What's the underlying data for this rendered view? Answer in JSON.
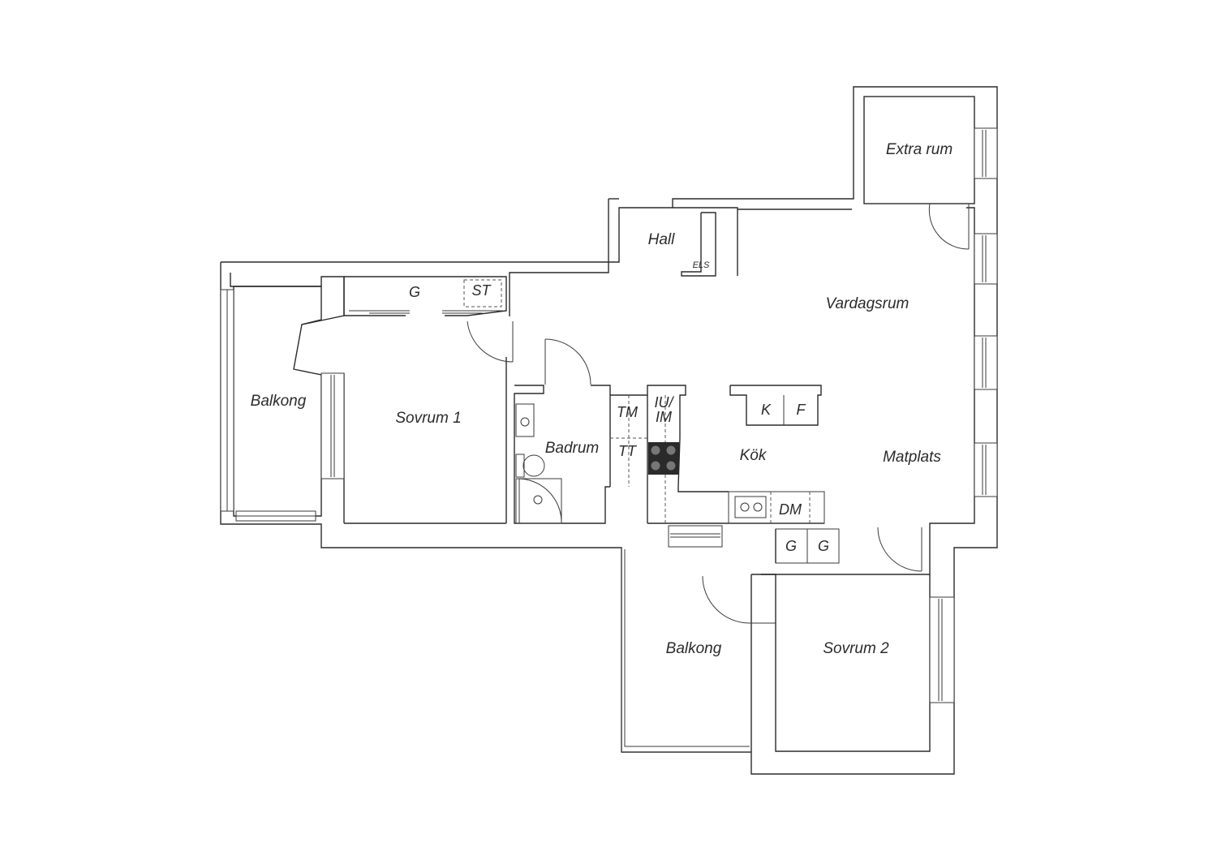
{
  "rooms": {
    "extra_rum": "Extra rum",
    "hall": "Hall",
    "vardagsrum": "Vardagsrum",
    "balkong_west": "Balkong",
    "sovrum1": "Sovrum 1",
    "badrum": "Badrum",
    "kok": "Kök",
    "matplats": "Matplats",
    "balkong_south": "Balkong",
    "sovrum2": "Sovrum 2"
  },
  "fixtures": {
    "els": "ELS",
    "g_closet": "G",
    "st_closet": "ST",
    "tm": "TM",
    "tt": "TT",
    "iu_line1": "IU/",
    "iu_line2": "IM",
    "k": "K",
    "f": "F",
    "dm": "DM",
    "g1": "G",
    "g2": "G"
  }
}
